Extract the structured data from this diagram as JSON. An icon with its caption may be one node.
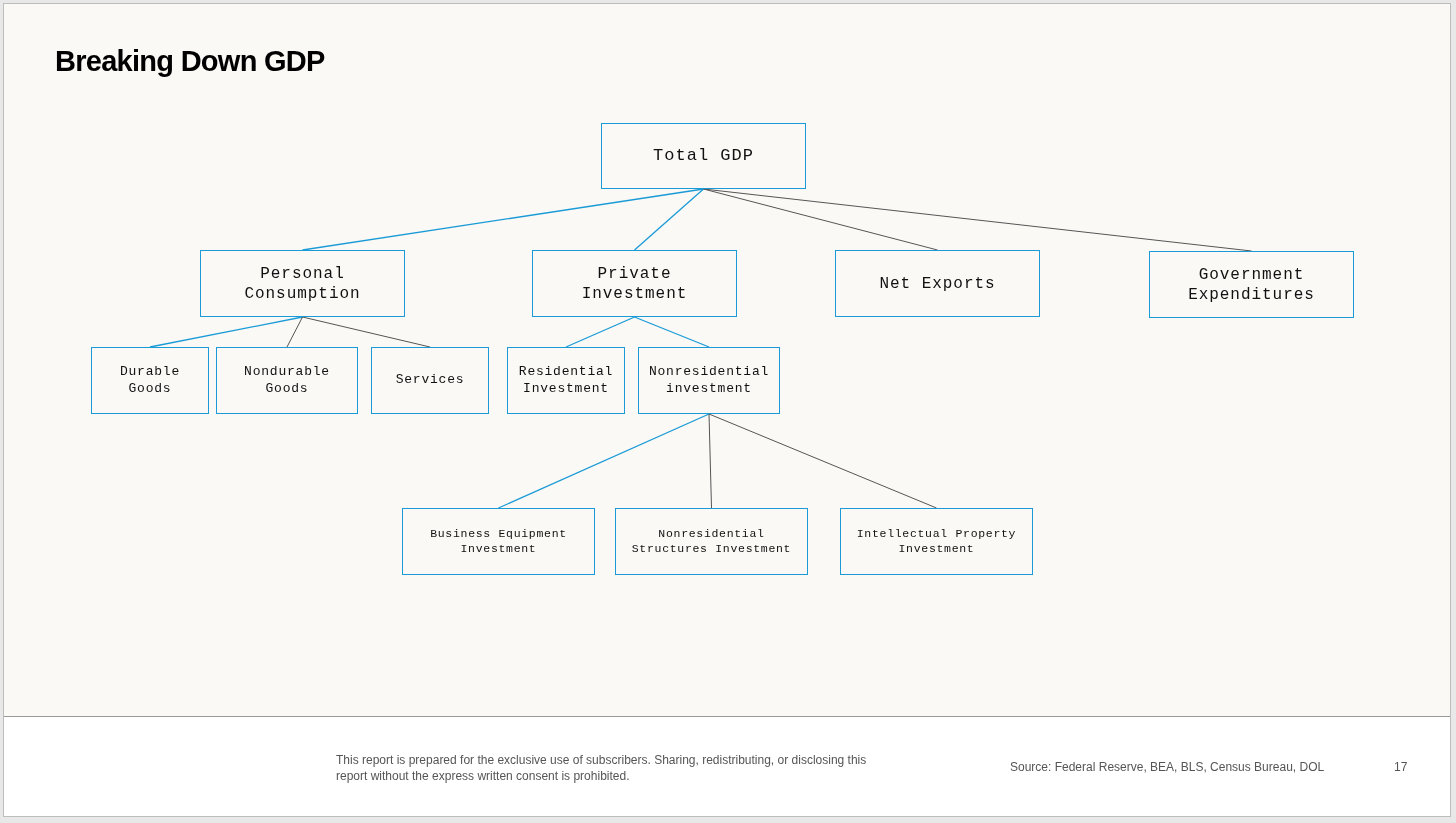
{
  "diagram": {
    "title": "Breaking Down GDP",
    "nodes": [
      {
        "text": [
          "Total GDP"
        ]
      },
      {
        "text": [
          "Personal Consumption"
        ]
      },
      {
        "text": [
          "Private Investment"
        ]
      },
      {
        "text": [
          "Net Exports"
        ]
      },
      {
        "text": [
          "Government Expenditures"
        ]
      },
      {
        "text": [
          "Durable Goods"
        ]
      },
      {
        "text": [
          "Nondurable Goods"
        ]
      },
      {
        "text": [
          "Services"
        ]
      },
      {
        "text": [
          "Residential Investment"
        ]
      },
      {
        "text": [
          "Nonresidential investment"
        ]
      },
      {
        "text": [
          "Business Equipment Investment"
        ]
      },
      {
        "text": [
          "Nonresidential Structures Investment"
        ]
      },
      {
        "text": [
          "Intellectual Property Investment"
        ]
      }
    ],
    "edges": [
      {
        "from": 0,
        "to": 1,
        "arrow": "none"
      },
      {
        "from": 0,
        "to": 2,
        "arrow": "none"
      },
      {
        "from": 0,
        "to": 3,
        "arrow": "none",
        "color": "#555555"
      },
      {
        "from": 0,
        "to": 4,
        "arrow": "none",
        "color": "#555555"
      },
      {
        "from": 1,
        "to": 5,
        "arrow": "none"
      },
      {
        "from": 1,
        "to": 6,
        "arrow": "none",
        "color": "#555555"
      },
      {
        "from": 1,
        "to": 7,
        "arrow": "none",
        "color": "#555555"
      },
      {
        "from": 2,
        "to": 8,
        "arrow": "none"
      },
      {
        "from": 2,
        "to": 9,
        "arrow": "none"
      },
      {
        "from": 9,
        "to": 10,
        "arrow": "none"
      },
      {
        "from": 9,
        "to": 11,
        "arrow": "none",
        "color": "#555555"
      },
      {
        "from": 9,
        "to": 12,
        "arrow": "none",
        "color": "#555555"
      }
    ],
    "labels": [
      "This report is prepared for the exclusive use of subscribers. Sharing, redistributing, or disclosing this report without the express written consent is prohibited.",
      "Source: Federal Reserve, BEA, BLS, Census Bureau, DOL",
      "17"
    ]
  }
}
